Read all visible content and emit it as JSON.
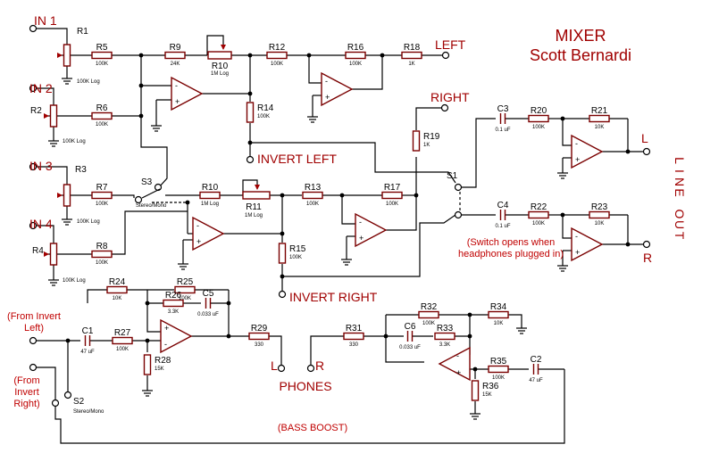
{
  "title": {
    "line1": "MIXER",
    "line2": "Scott Bernardi"
  },
  "inputs": {
    "in1": "IN 1",
    "in2": "IN 2",
    "in3": "IN 3",
    "in4": "IN 4"
  },
  "outputs": {
    "left": "LEFT",
    "right": "RIGHT",
    "invert_left": "INVERT LEFT",
    "invert_right": "INVERT RIGHT",
    "line_out": "LINE OUT",
    "l": "L",
    "r": "R",
    "phones": "PHONES",
    "phones_l": "L",
    "phones_r": "R"
  },
  "notes": {
    "from_invert_left": "(From Invert\nLeft)",
    "from_invert_right": "(From\nInvert\nRight)",
    "switch_note": "(Switch opens when\nheadphones plugged in)",
    "bass_boost": "(BASS BOOST)"
  },
  "components": [
    {
      "ref": "R1",
      "value": "100K Log"
    },
    {
      "ref": "R2",
      "value": "100K Log"
    },
    {
      "ref": "R3",
      "value": "100K Log"
    },
    {
      "ref": "R4",
      "value": "100K Log"
    },
    {
      "ref": "R5",
      "value": "100K"
    },
    {
      "ref": "R6",
      "value": "100K"
    },
    {
      "ref": "R7",
      "value": "100K"
    },
    {
      "ref": "R8",
      "value": "100K"
    },
    {
      "ref": "R9",
      "value": "24K"
    },
    {
      "ref": "R10",
      "value": "1M Log"
    },
    {
      "ref": "R11",
      "value": "1M Log"
    },
    {
      "ref": "R12",
      "value": "100K"
    },
    {
      "ref": "R13",
      "value": "100K"
    },
    {
      "ref": "R14",
      "value": "100K"
    },
    {
      "ref": "R15",
      "value": "100K"
    },
    {
      "ref": "R16",
      "value": "100K"
    },
    {
      "ref": "R17",
      "value": "100K"
    },
    {
      "ref": "R18",
      "value": "1K"
    },
    {
      "ref": "R19",
      "value": "1K"
    },
    {
      "ref": "R20",
      "value": "100K"
    },
    {
      "ref": "R21",
      "value": "10K"
    },
    {
      "ref": "R22",
      "value": "100K"
    },
    {
      "ref": "R23",
      "value": "10K"
    },
    {
      "ref": "R24",
      "value": "10K"
    },
    {
      "ref": "R25",
      "value": "100K"
    },
    {
      "ref": "R26",
      "value": "3.3K"
    },
    {
      "ref": "R27",
      "value": "100K"
    },
    {
      "ref": "R28",
      "value": "15K"
    },
    {
      "ref": "R29",
      "value": "330"
    },
    {
      "ref": "R31",
      "value": "330"
    },
    {
      "ref": "R32",
      "value": "100K"
    },
    {
      "ref": "R33",
      "value": "3.3K"
    },
    {
      "ref": "R34",
      "value": "10K"
    },
    {
      "ref": "R35",
      "value": "100K"
    },
    {
      "ref": "R36",
      "value": "15K"
    },
    {
      "ref": "C1",
      "value": "47 uF"
    },
    {
      "ref": "C2",
      "value": "47 uF"
    },
    {
      "ref": "C3",
      "value": "0.1 uF"
    },
    {
      "ref": "C4",
      "value": "0.1 uF"
    },
    {
      "ref": "C5",
      "value": "0.033 uF"
    },
    {
      "ref": "C6",
      "value": "0.033 uF"
    },
    {
      "ref": "S1",
      "value": ""
    },
    {
      "ref": "S2",
      "value": "Stereo/Mono"
    },
    {
      "ref": "S3",
      "value": "Stereo/Mono"
    }
  ],
  "colors": {
    "wire": "#000000",
    "component": "#7a0000",
    "text_accent": "#a00000",
    "note": "#c00000"
  }
}
